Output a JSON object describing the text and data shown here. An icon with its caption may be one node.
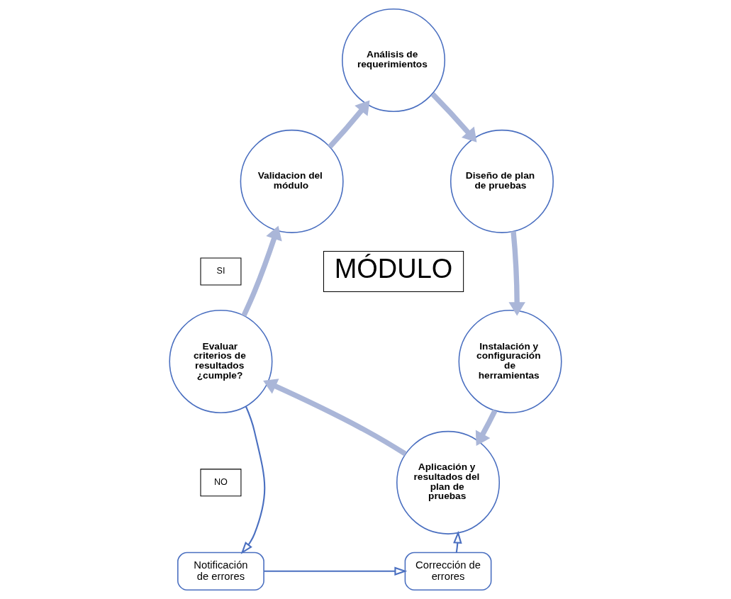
{
  "diagram": {
    "nodes": [
      {
        "text": [
          "Análisis de requerimientos"
        ]
      },
      {
        "text": [
          "Diseño de plan de pruebas"
        ]
      },
      {
        "text": [
          "Instalación y configuración de herramientas"
        ]
      },
      {
        "text": [
          "Aplicación y resultados del plan de pruebas"
        ]
      },
      {
        "text": [
          "Evaluar criterios de resultados",
          "¿cumple?"
        ]
      },
      {
        "text": [
          "Validacion del módulo"
        ]
      },
      {
        "text": [
          "Notificación de errores"
        ]
      },
      {
        "text": [
          "Corrección de errores"
        ]
      },
      {
        "text": [
          "MÓDULO"
        ]
      },
      {
        "text": [
          "SI"
        ]
      },
      {
        "text": [
          "NO"
        ]
      }
    ],
    "edges": [
      {
        "from": 5,
        "to": 0,
        "arrow": "to"
      },
      {
        "from": 0,
        "to": 1,
        "arrow": "to"
      },
      {
        "from": 1,
        "to": 2,
        "arrow": "to"
      },
      {
        "from": 2,
        "to": 3,
        "arrow": "to"
      },
      {
        "from": 3,
        "to": 4,
        "arrow": "to"
      },
      {
        "from": 4,
        "to": 5,
        "arrow": "to"
      },
      {
        "from": 4,
        "to": 6,
        "arrow": "to",
        "color": "#4a6fc0"
      },
      {
        "from": 6,
        "to": 7,
        "arrow": "to",
        "color": "#4a6fc0"
      },
      {
        "from": 7,
        "to": 3,
        "arrow": "to",
        "color": "#4a6fc0"
      }
    ]
  }
}
